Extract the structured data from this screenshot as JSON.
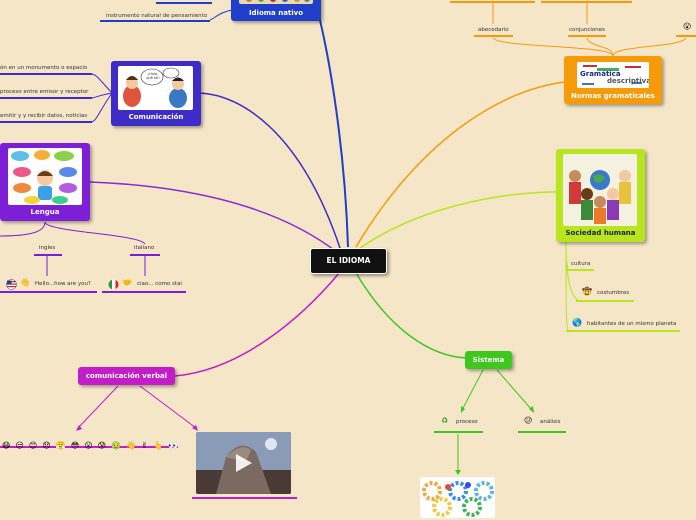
{
  "root": {
    "label": "EL IDIOMA"
  },
  "nodes": {
    "idioma_nativo": {
      "label": "Idioma nativo",
      "sub": "instrumento natural de pensamiento"
    },
    "comunicacion": {
      "label": "Comunicación",
      "bubble": "¡Hola, qué tal!",
      "items": [
        "ón en un monumento o espacio",
        "proceso entre emisor y receptor",
        "emitir y y recibir datos, noticias"
      ]
    },
    "lengua": {
      "label": "Lengua",
      "ingles": {
        "label": "ingles",
        "phrase": "Hello...how are you?"
      },
      "italiano": {
        "label": "italiano",
        "phrase": "ciao... como stai"
      }
    },
    "comunicacion_verbal": {
      "label": "comunicación verbal",
      "emojis": [
        "😷",
        "😒",
        "😊",
        "😞",
        "😤",
        "😳",
        "😮",
        "😰",
        "🤢",
        "👋",
        "✌",
        "👆",
        "👀"
      ]
    },
    "normas": {
      "label": "Normas gramaticales",
      "items": [
        "abecedario",
        "conjunciones"
      ],
      "image_words": [
        "Gramática",
        "descriptiva"
      ]
    },
    "sociedad": {
      "label": "Sociedad humana",
      "items": [
        "cultura",
        "costumbres",
        "habitantes de un mismo planeta"
      ]
    },
    "sistema": {
      "label": "Sistema",
      "items": [
        "proceso",
        "análisis"
      ]
    }
  },
  "colors": {
    "background": "#f5e6c8",
    "blue": "#1f3ec9",
    "purple": "#7d1fd6",
    "magenta": "#c21dc7",
    "orange": "#f59b0a",
    "lime": "#b8e61e",
    "green": "#3ec81e"
  }
}
